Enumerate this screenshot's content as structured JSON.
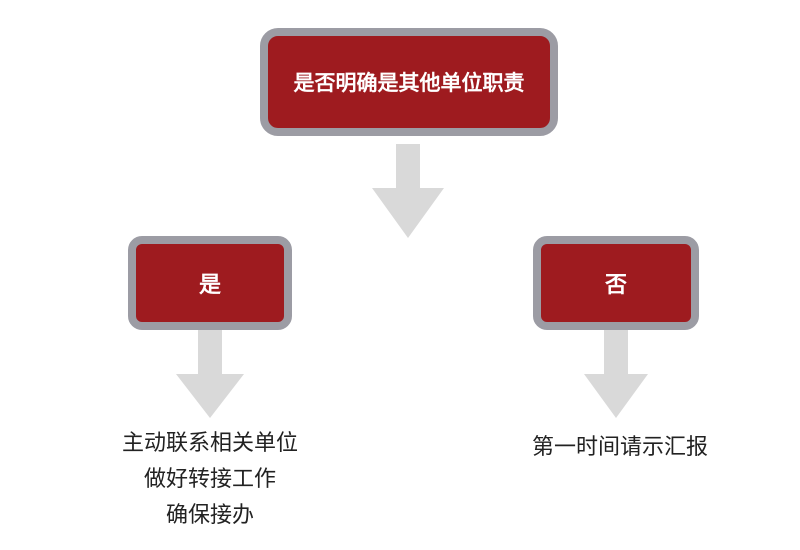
{
  "nodes": {
    "question": "是否明确是其他单位职责",
    "yes": "是",
    "no": "否"
  },
  "outcomes": {
    "yes": [
      "主动联系相关单位",
      "做好转接工作",
      "确保接办"
    ],
    "no": [
      "第一时间请示汇报"
    ]
  },
  "colors": {
    "box_fill": "#9e1b1f",
    "box_border": "#9c9ca4",
    "arrow": "#d9d9d9",
    "text_dark": "#222222",
    "text_light": "#ffffff"
  }
}
